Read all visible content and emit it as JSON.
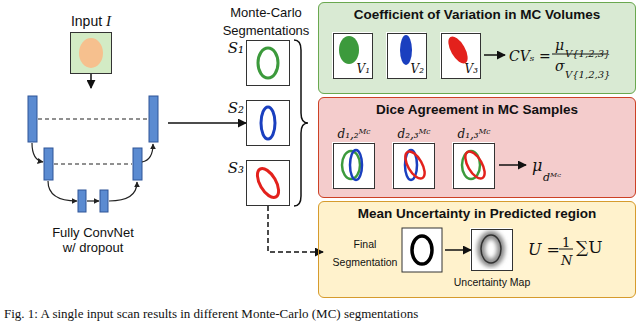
{
  "diagram": {
    "caption": "Fig. 1: A single input scan results in different Monte-Carlo (MC) segmentations",
    "nodes": [
      {
        "text": [
          "Input",
          "I"
        ]
      },
      {
        "text": [
          "Fully ConvNet w/ dropout"
        ]
      },
      {
        "text": [
          "S₁"
        ]
      },
      {
        "text": [
          "S₂"
        ]
      },
      {
        "text": [
          "S₃"
        ]
      },
      {
        "text": [
          "Coefficient of Variation in MC Volumes"
        ]
      },
      {
        "text": [
          "V₁"
        ],
        "in": 5
      },
      {
        "text": [
          "V₂"
        ],
        "in": 5
      },
      {
        "text": [
          "V₃"
        ],
        "in": 5
      },
      {
        "text": [
          "Dice Agreement in MC Samples"
        ]
      },
      {
        "text": [
          "d₁,₂ᴹᶜ"
        ],
        "in": 9
      },
      {
        "text": [
          "d₂,₃ᴹᶜ"
        ],
        "in": 9
      },
      {
        "text": [
          "d₁,₃ᴹᶜ"
        ],
        "in": 9
      },
      {
        "text": [
          "Mean Uncertainty in Predicted region"
        ]
      },
      {
        "text": [
          "Final Segmentation"
        ],
        "in": 13
      },
      {
        "text": [
          "Uncertainty Map"
        ],
        "in": 13
      }
    ],
    "edges": [
      {
        "from": 0,
        "to": 1,
        "arrow": "to"
      },
      {
        "from": 1,
        "to": 3,
        "arrow": "to"
      },
      {
        "from": 4,
        "to": 14,
        "arrow": "to"
      },
      {
        "from": 14,
        "to": 15,
        "arrow": "to"
      }
    ],
    "labels": [
      "Monte-Carlo Segmentations",
      "CVₛ =",
      "μ",
      "V{1,2,3}",
      "σ",
      "V{1,2,3}",
      "μ",
      "dᴹᶜ",
      "U =",
      "1",
      "N",
      "∑U"
    ]
  }
}
